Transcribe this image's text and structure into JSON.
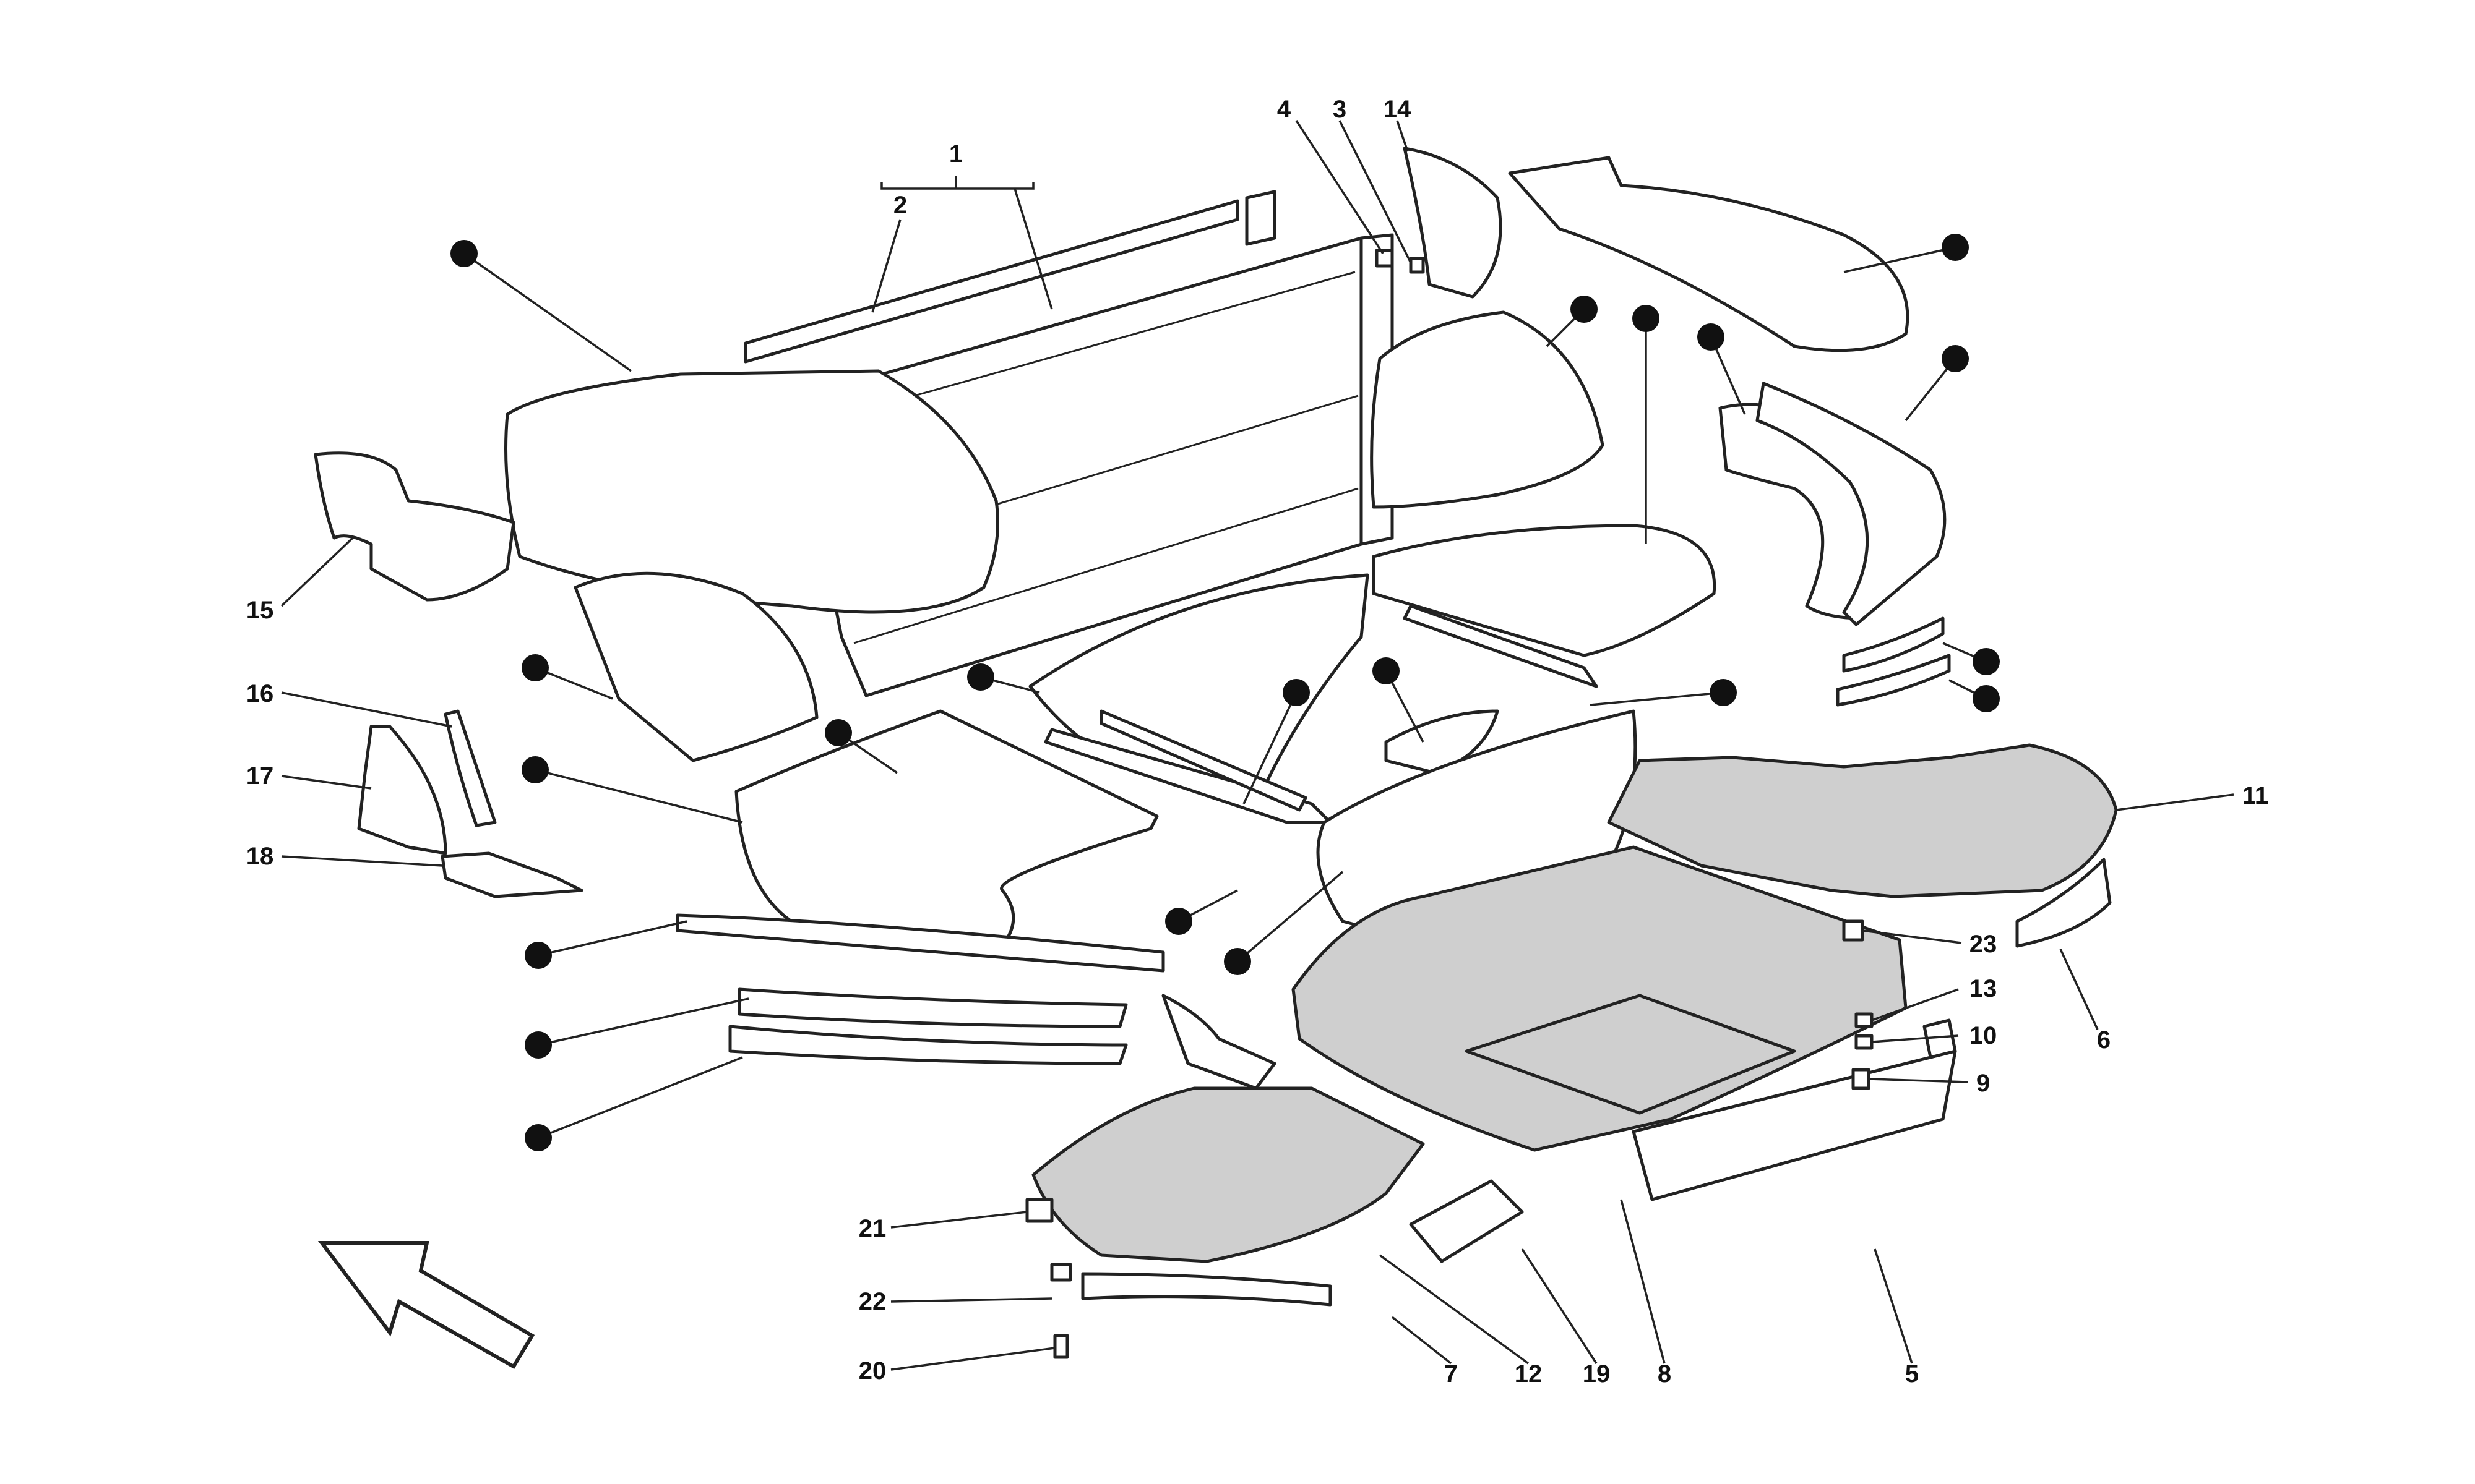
{
  "diagram": {
    "callouts": {
      "n1": "1",
      "n2": "2",
      "n3": "3",
      "n4": "4",
      "n5": "5",
      "n6": "6",
      "n7": "7",
      "n8": "8",
      "n9": "9",
      "n10": "10",
      "n11": "11",
      "n12": "12",
      "n13": "13",
      "n14": "14",
      "n15": "15",
      "n16": "16",
      "n17": "17",
      "n18": "18",
      "n19": "19",
      "n20": "20",
      "n21": "21",
      "n22": "22",
      "n23": "23"
    },
    "icons": {
      "bullet": "filled-circle-marker",
      "direction": "front-direction-arrow"
    }
  }
}
